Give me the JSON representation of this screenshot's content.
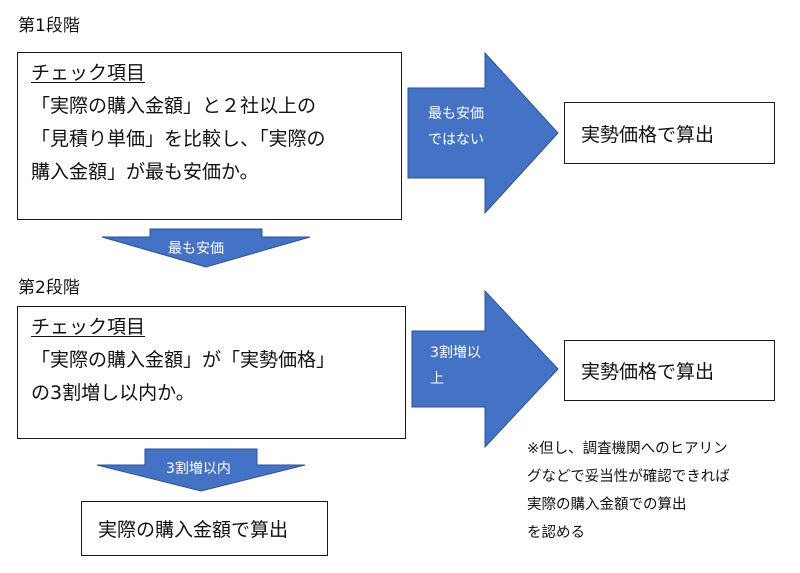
{
  "stage1": {
    "title": "第1段階",
    "check": {
      "heading": "チェック項目",
      "lines": [
        "「実際の購入金額」と２社以上の",
        "「見積り単価」を比較し、「実際の",
        "購入金額」が最も安価か。"
      ]
    },
    "arrow_right_label": [
      "最も安価",
      "ではない"
    ],
    "result": "実勢価格で算出",
    "arrow_down_label": "最も安価"
  },
  "stage2": {
    "title": "第2段階",
    "check": {
      "heading": "チェック項目",
      "lines": [
        "「実際の購入金額」が「実勢価格」",
        "の3割増し以内か。"
      ]
    },
    "arrow_right_label": [
      "3割増以",
      "上"
    ],
    "result": "実勢価格で算出",
    "arrow_down_label": "3割増以内",
    "final_result": "実際の購入金額で算出"
  },
  "note": [
    "※但し、調査機関へのヒアリン",
    "グなどで妥当性が確認できれば",
    "実際の購入金額での算出",
    "を認める"
  ],
  "colors": {
    "arrow_fill": "#4472C4",
    "arrow_stroke": "#2F528F",
    "border": "#1a1a1a"
  }
}
